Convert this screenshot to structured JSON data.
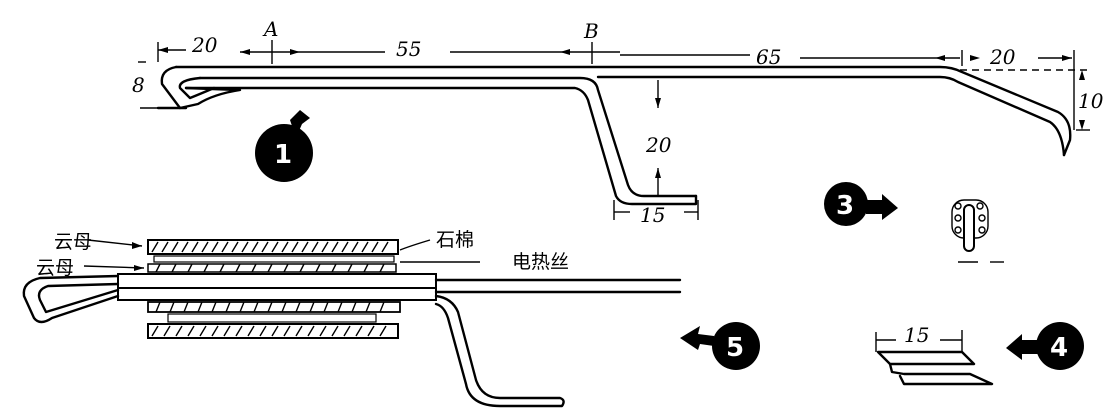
{
  "figure": {
    "type": "technical line drawing",
    "colors": {
      "ink": "#000000",
      "paper": "#ffffff"
    }
  },
  "top_tool": {
    "dimensions": {
      "left_hook_width": "20",
      "segment_a_to_b": "55",
      "segment_b_to_bend": "65",
      "right_bend_length": "20",
      "left_hook_height": "8",
      "right_drop_height": "10",
      "handle_drop": "20",
      "handle_foot": "15"
    },
    "points": {
      "a": "A",
      "b": "B"
    }
  },
  "callouts": [
    {
      "id": "1",
      "label": "1"
    },
    {
      "id": "3",
      "label": "3"
    },
    {
      "id": "4",
      "label": "4"
    },
    {
      "id": "5",
      "label": "5"
    }
  ],
  "detail_4": {
    "dimension": "15"
  },
  "assembly": {
    "labels": {
      "mica_top": "云母",
      "mica_second": "云母",
      "asbestos": "石棉",
      "heating_wire": "电热丝"
    }
  }
}
